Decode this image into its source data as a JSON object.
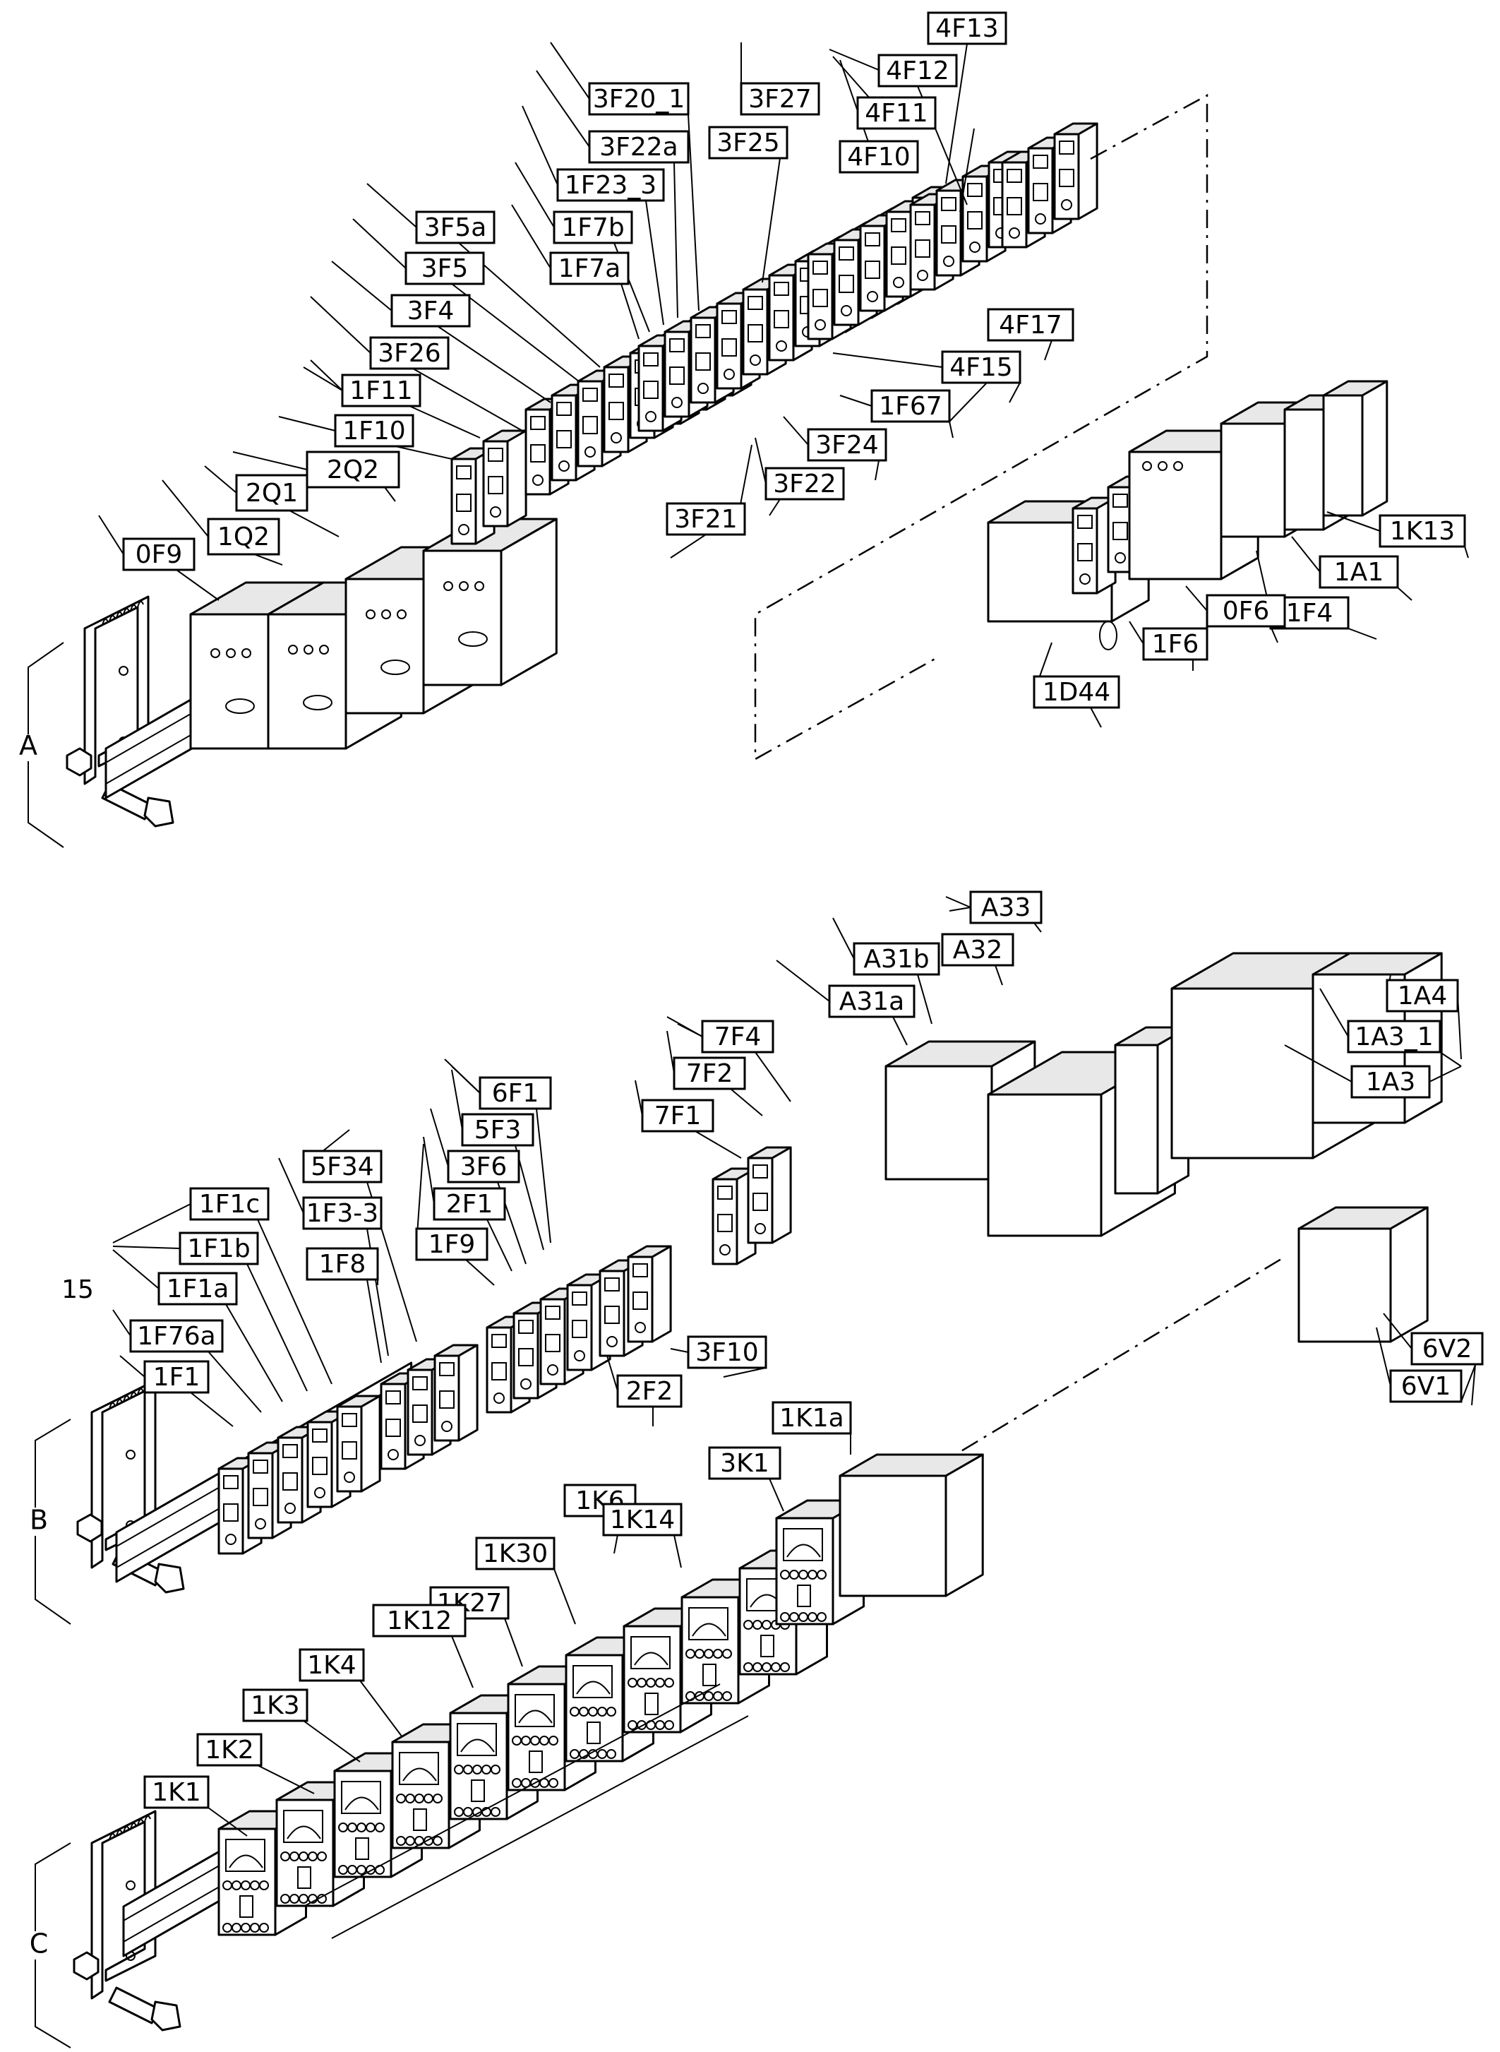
{
  "groups": [
    "A",
    "B",
    "C"
  ],
  "plain_labels": [
    "15"
  ],
  "labels": [
    "4F13",
    "4F12",
    "4F11",
    "4F10",
    "3F20_1",
    "3F27",
    "3F22a",
    "3F25",
    "1F23_3",
    "1F7b",
    "1F7a",
    "3F5a",
    "3F5",
    "3F4",
    "3F26",
    "1F11",
    "1F10",
    "2Q2",
    "2Q1",
    "1Q2",
    "0F9",
    "4F17",
    "4F15",
    "1F67",
    "3F24",
    "3F22",
    "3F21",
    "1K13",
    "1A1",
    "1F4",
    "0F6",
    "1F6",
    "1D44",
    "A33",
    "A32",
    "A31b",
    "A31a",
    "1A4",
    "1A3_1",
    "1A3",
    "7F4",
    "7F2",
    "7F1",
    "6F1",
    "5F3",
    "3F6",
    "2F1",
    "1F9",
    "5F34",
    "1F3-3",
    "1F8",
    "1F1c",
    "1F1b",
    "1F1a",
    "1F76a",
    "1F1",
    "3F10",
    "2F2",
    "6V2",
    "6V1",
    "1K1a",
    "3K1",
    "1K6",
    "1K14",
    "1K30",
    "1K27",
    "1K12",
    "1K4",
    "1K3",
    "1K2",
    "1K1"
  ]
}
